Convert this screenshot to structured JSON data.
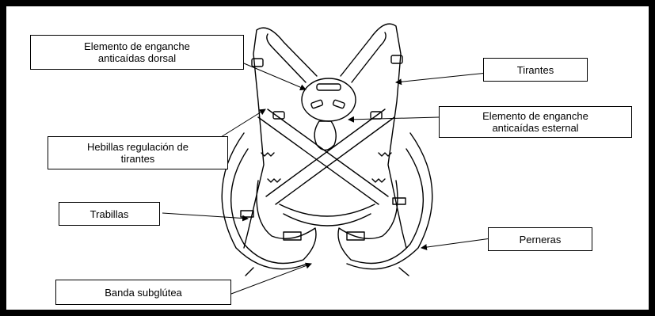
{
  "labels": {
    "dorsal": {
      "line1": "Elemento de enganche",
      "line2": "anticaídas dorsal"
    },
    "tirantes": {
      "line1": "Tirantes"
    },
    "esternal": {
      "line1": "Elemento de enganche",
      "line2": "anticaídas esternal"
    },
    "hebillas": {
      "line1": "Hebillas regulación de",
      "line2": "tirantes"
    },
    "trabillas": {
      "line1": "Trabillas"
    },
    "perneras": {
      "line1": "Perneras"
    },
    "subglutea": {
      "line1": "Banda subglútea"
    }
  },
  "colors": {
    "frame": "#000000",
    "background": "#ffffff",
    "stroke": "#000000"
  }
}
